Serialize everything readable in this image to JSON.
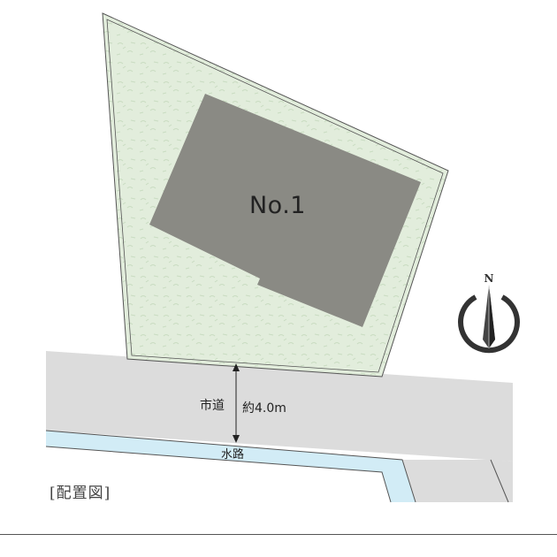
{
  "lot": {
    "building_label": "No.1"
  },
  "road": {
    "name": "市道",
    "width_label": "約4.0m"
  },
  "waterway": {
    "name": "水路"
  },
  "compass": {
    "letter": "N"
  },
  "caption": "[配置図]",
  "colors": {
    "lot_fill": "#e2eddc",
    "lot_border": "#555555",
    "building_fill": "#8a8a84",
    "road_fill": "#dcdcdc",
    "waterway_fill": "#d2ecf6"
  }
}
